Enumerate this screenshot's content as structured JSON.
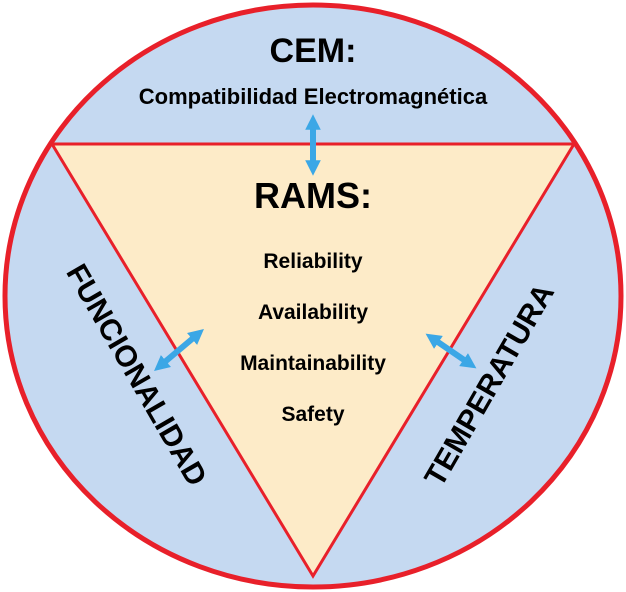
{
  "top": {
    "title": "CEM:",
    "subtitle": "Compatibilidad Electromagnética"
  },
  "center": {
    "title": "RAMS:",
    "items": [
      "Reliability",
      "Availability",
      "Maintainability",
      "Safety"
    ]
  },
  "left": {
    "label": "FUNCIONALIDAD"
  },
  "right": {
    "label": "TEMPERATURA"
  },
  "colors": {
    "outer_fill": "#c5d9f1",
    "triangle_fill": "#fdebc8",
    "border": "#e8202a",
    "arrow": "#3ba7e6"
  }
}
